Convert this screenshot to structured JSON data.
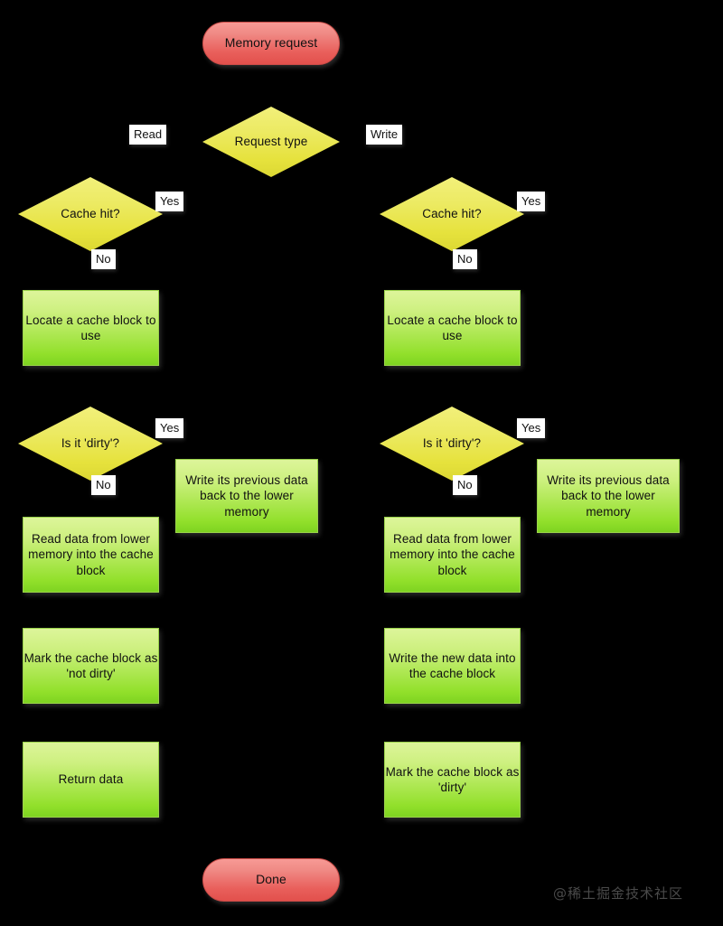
{
  "diagram": {
    "title": "Cache memory request flowchart",
    "background": "#000000",
    "colors": {
      "terminal": "#e9605c",
      "process": "#92e02b",
      "decision": "#e6e23d",
      "edge": "#000000",
      "label_bg": "#ffffff"
    }
  },
  "nodes": {
    "start": "Memory request",
    "request_type": "Request type",
    "read": {
      "cache_hit": "Cache hit?",
      "locate_block": "Locate a cache block to use",
      "is_dirty": "Is it 'dirty'?",
      "write_back": "Write its previous data back to the lower memory",
      "read_data": "Read data from lower memory into the cache block",
      "mark_not_dirty": "Mark the cache block as 'not dirty'",
      "return_data": "Return data"
    },
    "write": {
      "cache_hit": "Cache hit?",
      "locate_block": "Locate a cache block to use",
      "is_dirty": "Is it 'dirty'?",
      "write_back": "Write its previous data back to the lower memory",
      "read_data": "Read data from lower memory into the cache block",
      "write_new_data": "Write the new data into the cache block",
      "mark_dirty": "Mark the cache block as 'dirty'"
    },
    "end": "Done"
  },
  "edge_labels": {
    "read_branch": "Read",
    "write_branch": "Write",
    "read_hit_yes": "Yes",
    "read_hit_no": "No",
    "read_dirty_yes": "Yes",
    "read_dirty_no": "No",
    "write_hit_yes": "Yes",
    "write_hit_no": "No",
    "write_dirty_yes": "Yes",
    "write_dirty_no": "No"
  },
  "watermark": "@稀土掘金技术社区"
}
